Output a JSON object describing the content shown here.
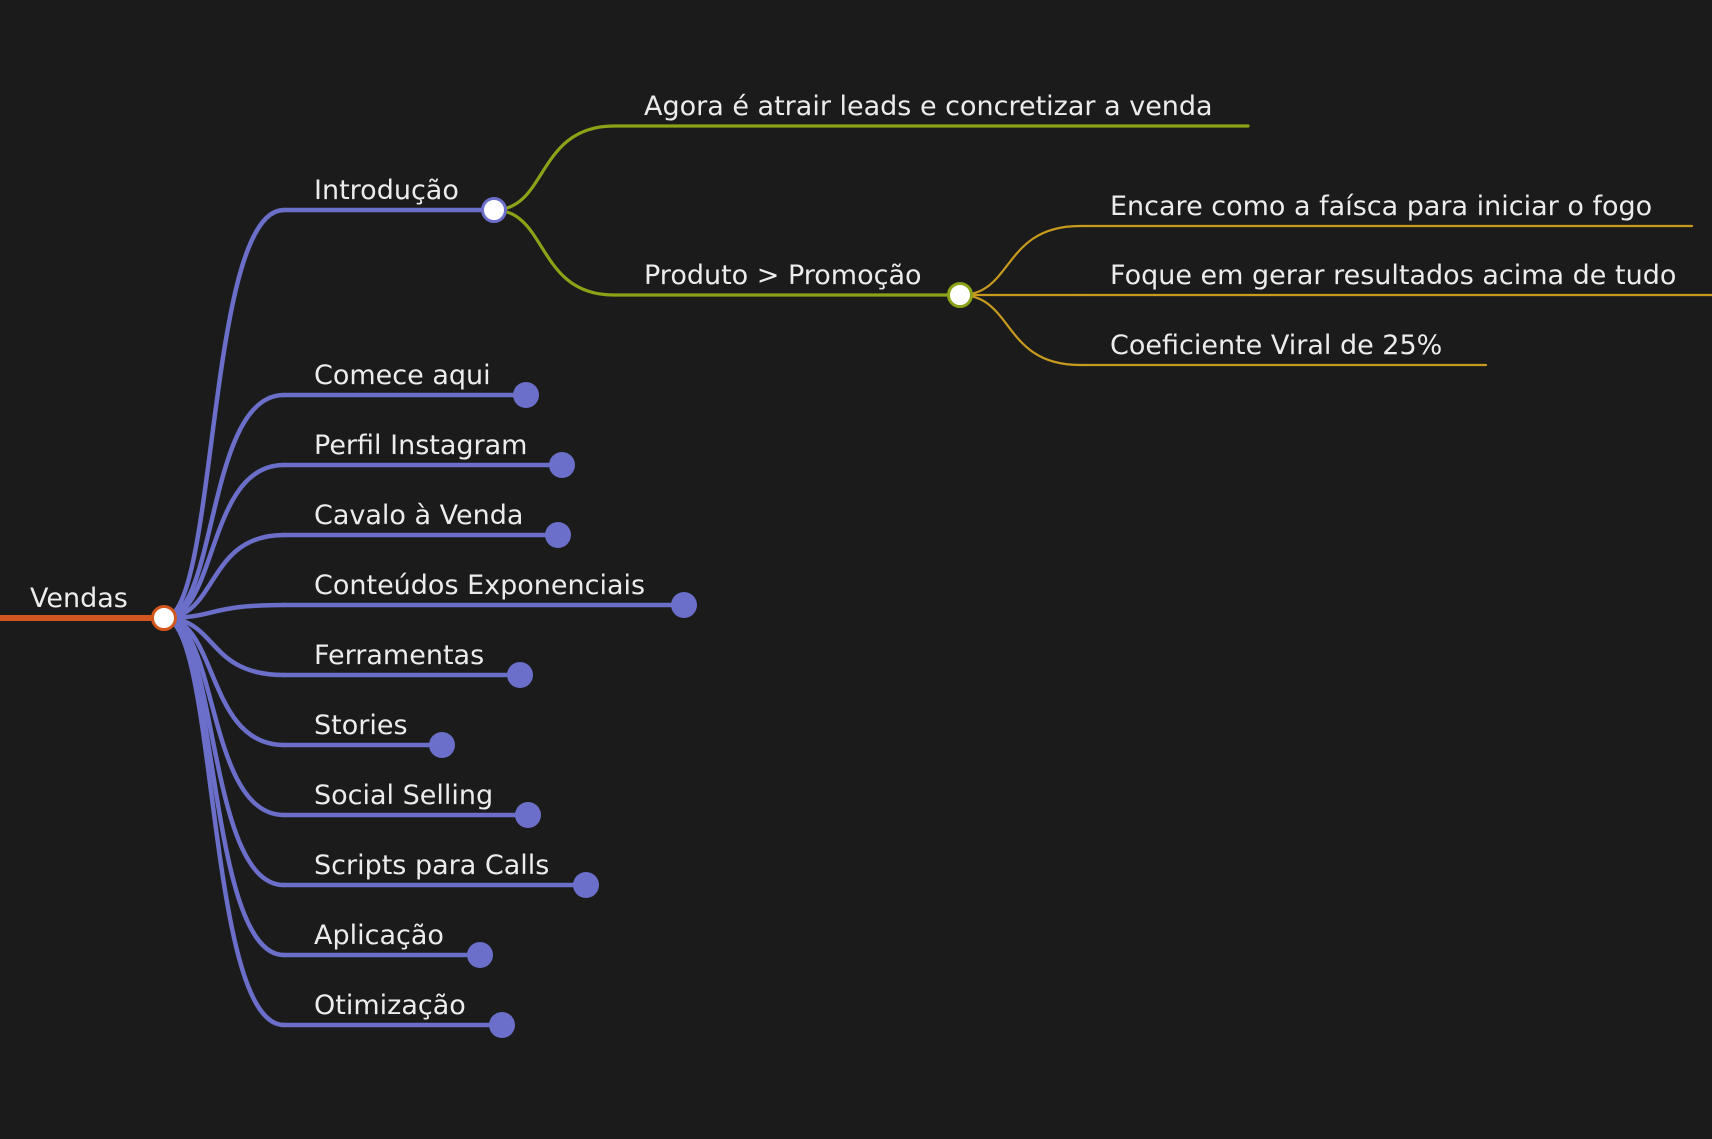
{
  "colors": {
    "background": "#1b1b1b",
    "text": "#ececec",
    "root_branch": "#d2561d",
    "level1_branch": "#6b6fc9",
    "level2_branch": "#8aa317",
    "level3_branch": "#c79a1e",
    "open_node_fill": "#ffffff"
  },
  "mindmap": {
    "root": {
      "id": "vendas",
      "label": "Vendas",
      "collapsed": false,
      "children": [
        {
          "id": "introducao",
          "label": "Introdução",
          "collapsed": false,
          "children": [
            {
              "id": "agora",
              "label": "Agora é atrair leads e concretizar a venda"
            },
            {
              "id": "produto",
              "label": "Produto > Promoção",
              "collapsed": false,
              "children": [
                {
                  "id": "encare",
                  "label": "Encare como a faísca para iniciar o fogo"
                },
                {
                  "id": "foque",
                  "label": "Foque em gerar resultados acima de tudo"
                },
                {
                  "id": "coeficiente",
                  "label": "Coeficiente Viral de 25%"
                }
              ]
            }
          ]
        },
        {
          "id": "comece",
          "label": "Comece aqui",
          "collapsed": true
        },
        {
          "id": "perfil",
          "label": "Perfil Instagram",
          "collapsed": true
        },
        {
          "id": "cavalo",
          "label": "Cavalo à Venda",
          "collapsed": true
        },
        {
          "id": "conteudos",
          "label": "Conteúdos Exponenciais",
          "collapsed": true
        },
        {
          "id": "ferramentas",
          "label": "Ferramentas",
          "collapsed": true
        },
        {
          "id": "stories",
          "label": "Stories",
          "collapsed": true
        },
        {
          "id": "social",
          "label": "Social Selling",
          "collapsed": true
        },
        {
          "id": "scripts",
          "label": "Scripts para Calls",
          "collapsed": true
        },
        {
          "id": "aplicacao",
          "label": "Aplicação",
          "collapsed": true
        },
        {
          "id": "otimizacao",
          "label": "Otimização",
          "collapsed": true
        }
      ]
    }
  }
}
